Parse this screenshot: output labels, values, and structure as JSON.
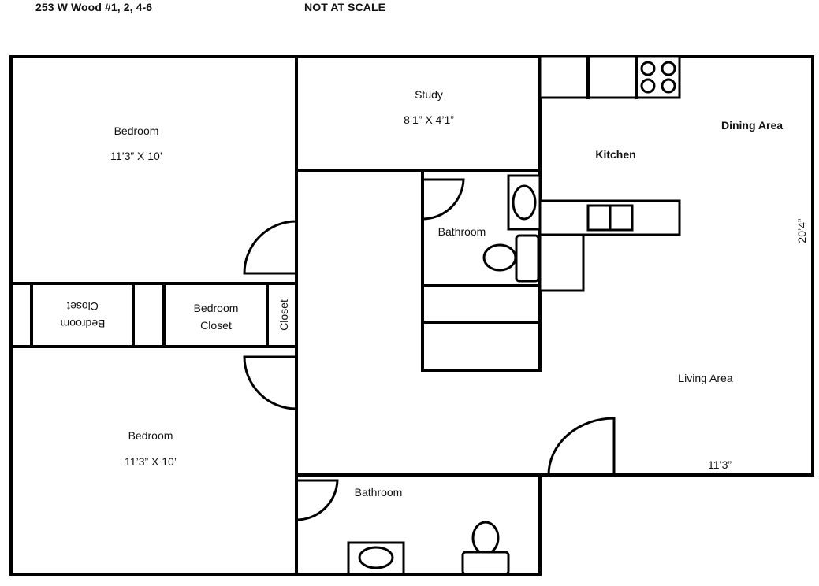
{
  "header": {
    "title": "253 W Wood #1, 2, 4-6",
    "scale_note": "NOT AT SCALE"
  },
  "rooms": {
    "bedroom_top": {
      "name": "Bedroom",
      "dimensions": "11’3” X 10’"
    },
    "bedroom_bottom": {
      "name": "Bedroom",
      "dimensions": "11’3” X 10’"
    },
    "study": {
      "name": "Study",
      "dimensions": "8’1” X 4’1”"
    },
    "bathroom_inner": {
      "name": "Bathroom"
    },
    "bathroom_lower": {
      "name": "Bathroom"
    },
    "kitchen": {
      "name": "Kitchen"
    },
    "dining": {
      "name": "Dining Area"
    },
    "living": {
      "name": "Living Area"
    },
    "closet_upside": {
      "line1": "Bedroom",
      "line2": "Closet"
    },
    "closet_center": {
      "line1": "Bedroom",
      "line2": "Closet"
    },
    "closet_small": {
      "name": "Closet"
    }
  },
  "dimensions": {
    "overall_height": "20’4”",
    "living_width": "11’3”"
  },
  "colors": {
    "line": "#000000",
    "background": "#ffffff"
  }
}
